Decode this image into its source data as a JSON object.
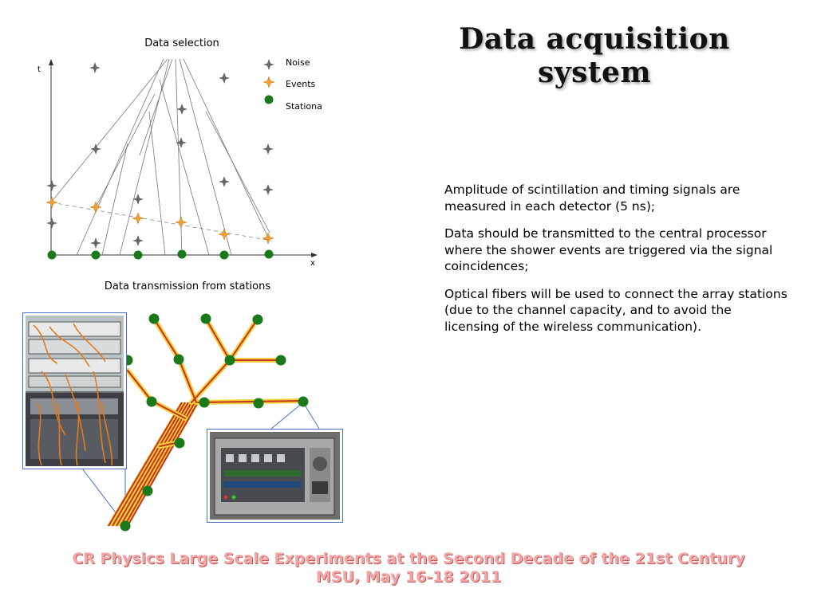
{
  "slide": {
    "title": "Data acquisition system",
    "paragraphs": [
      "Amplitude of scintillation and timing signals are measured in each detector (5 ns);",
      "Data should be transmitted to the central processor where the shower events are triggered via the signal coincidences;",
      "Optical fibers will be used to connect the array stations (due to the channel capacity, and to avoid the licensing of the wireless communication)."
    ],
    "footer_line1": "CR Physics Large Scale Experiments at the Second Decade of the 21st Century",
    "footer_line2": "MSU, May 16-18 2011"
  },
  "diagram": {
    "top_caption": "Data selection",
    "bottom_caption": "Data transmission from stations",
    "axis_t": "t",
    "axis_x": "x",
    "legend": [
      {
        "label": "Noise",
        "icon": "gray-star-icon"
      },
      {
        "label": "Events",
        "icon": "orange-star-icon"
      },
      {
        "label": "Stationa",
        "icon": "green-dot-icon"
      }
    ]
  },
  "colors": {
    "station_green": "#1a7a1a",
    "fiber_red": "#c8321e",
    "fiber_yellow": "#f0d23c",
    "event_orange": "#f0a030",
    "noise_gray": "#707070",
    "photo_border": "#4a6fc9"
  }
}
